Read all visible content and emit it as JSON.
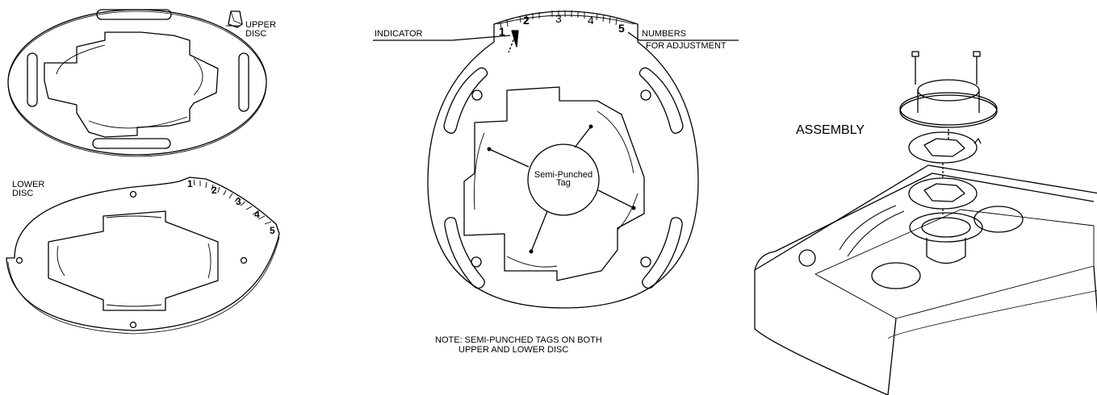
{
  "labels": {
    "upper_disc": "UPPER\nDISC",
    "lower_disc": "LOWER\nDISC",
    "indicator": "INDICATOR",
    "numbers_line1": "NUMBERS",
    "numbers_line2": "FOR ADJUSTMENT",
    "tag_line1": "Semi-Punched",
    "tag_line2": "Tag",
    "assembly": "ASSEMBLY",
    "note_line1": "NOTE: SEMI-PUNCHED TAGS ON BOTH",
    "note_line2": "UPPER AND LOWER DISC"
  },
  "scale_numbers": [
    "1",
    "2",
    "3",
    "4",
    "5"
  ],
  "lower_scale_numbers": [
    "1",
    "2",
    "3",
    "4",
    "5"
  ]
}
